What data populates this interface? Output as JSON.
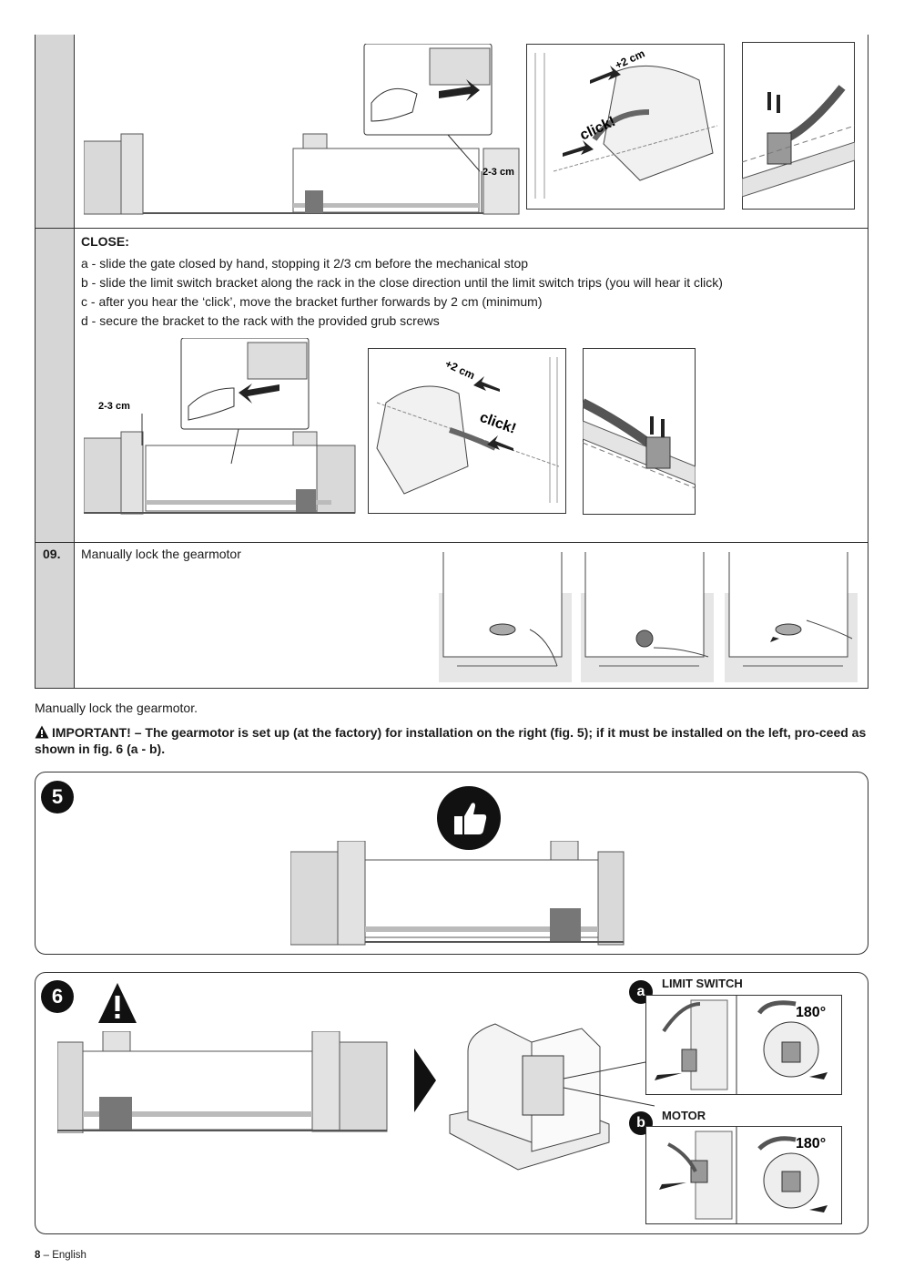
{
  "close_section": {
    "title": "CLOSE:",
    "steps": [
      "a - slide the gate closed by hand, stopping it 2/3 cm before the mechanical stop",
      "b - slide the limit switch bracket along the rack in the close direction until the limit switch trips (you will hear it click)",
      "c - after you hear the ‘click’, move the bracket further forwards by 2 cm (minimum)",
      "d - secure the bracket to the rack with the provided grub screws"
    ]
  },
  "figure_labels": {
    "gap_top": "2-3 cm",
    "gap_close": "2-3 cm",
    "plus_top": "+2 cm",
    "click_top": "click!",
    "plus_close": "+2 cm",
    "click_close": "click!",
    "deg_a": "180°",
    "deg_b": "180°"
  },
  "step_09": {
    "number": "09.",
    "text": "Manually lock the gearmotor"
  },
  "caption": "Manually lock the gearmotor.",
  "important": "IMPORTANT! – The gearmotor is set up (at the factory) for installation on the right (fig. 5); if it must be installed on the left, pro-ceed as shown in fig. 6 (a - b).",
  "figure5": {
    "number": "5"
  },
  "figure6": {
    "number": "6",
    "sub_a": {
      "letter": "a",
      "label": "LIMIT SWITCH"
    },
    "sub_b": {
      "letter": "b",
      "label": "MOTOR"
    }
  },
  "footer": {
    "page": "8",
    "language": "English",
    "separator": " – "
  }
}
